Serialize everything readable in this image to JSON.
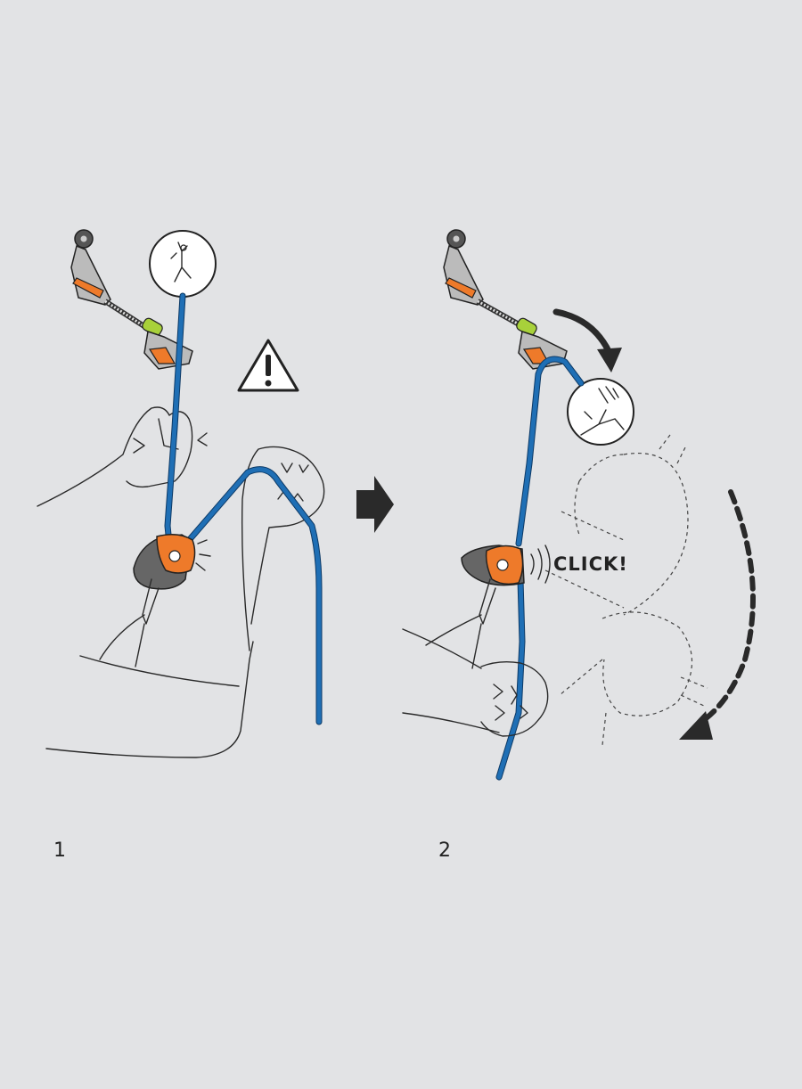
{
  "panels": [
    {
      "number": "1"
    },
    {
      "number": "2",
      "sound": "CLICK!"
    }
  ],
  "colors": {
    "background": "#e2e3e5",
    "rope": "#1f6fb5",
    "device_orange": "#ee7a2a",
    "quickdraw_green": "#a8d13a",
    "line": "#2a2a2a"
  },
  "icons": [
    "warning-triangle-icon",
    "falling-climber-icon",
    "arrow-right-icon",
    "curved-arrow-icon"
  ]
}
